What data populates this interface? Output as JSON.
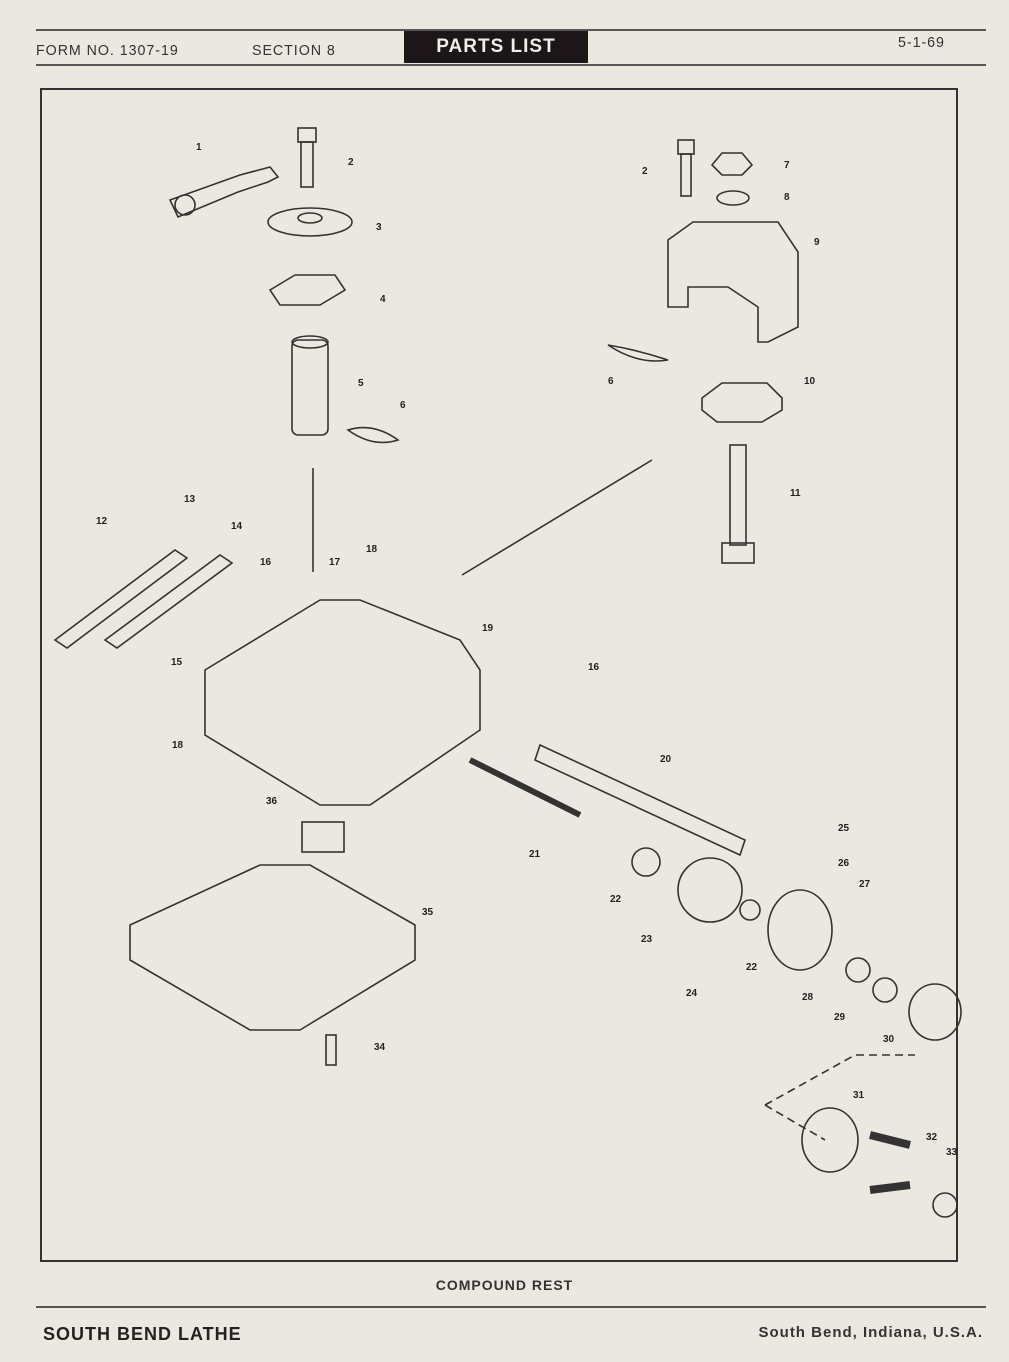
{
  "header": {
    "form_no": "FORM NO. 1307-19",
    "section": "SECTION 8",
    "title": "PARTS LIST",
    "date": "5-1-69"
  },
  "caption": "COMPOUND REST",
  "footer": {
    "left": "SOUTH BEND LATHE",
    "right": "South Bend, Indiana, U.S.A."
  },
  "callouts": [
    "1",
    "2",
    "3",
    "4",
    "5",
    "6",
    "2",
    "7",
    "8",
    "9",
    "6",
    "10",
    "11",
    "13",
    "14",
    "12",
    "16",
    "17",
    "18",
    "19",
    "15",
    "16",
    "18",
    "20",
    "36",
    "21",
    "25",
    "26",
    "27",
    "22",
    "35",
    "23",
    "22",
    "24",
    "28",
    "29",
    "30",
    "34",
    "31",
    "32",
    "33"
  ]
}
